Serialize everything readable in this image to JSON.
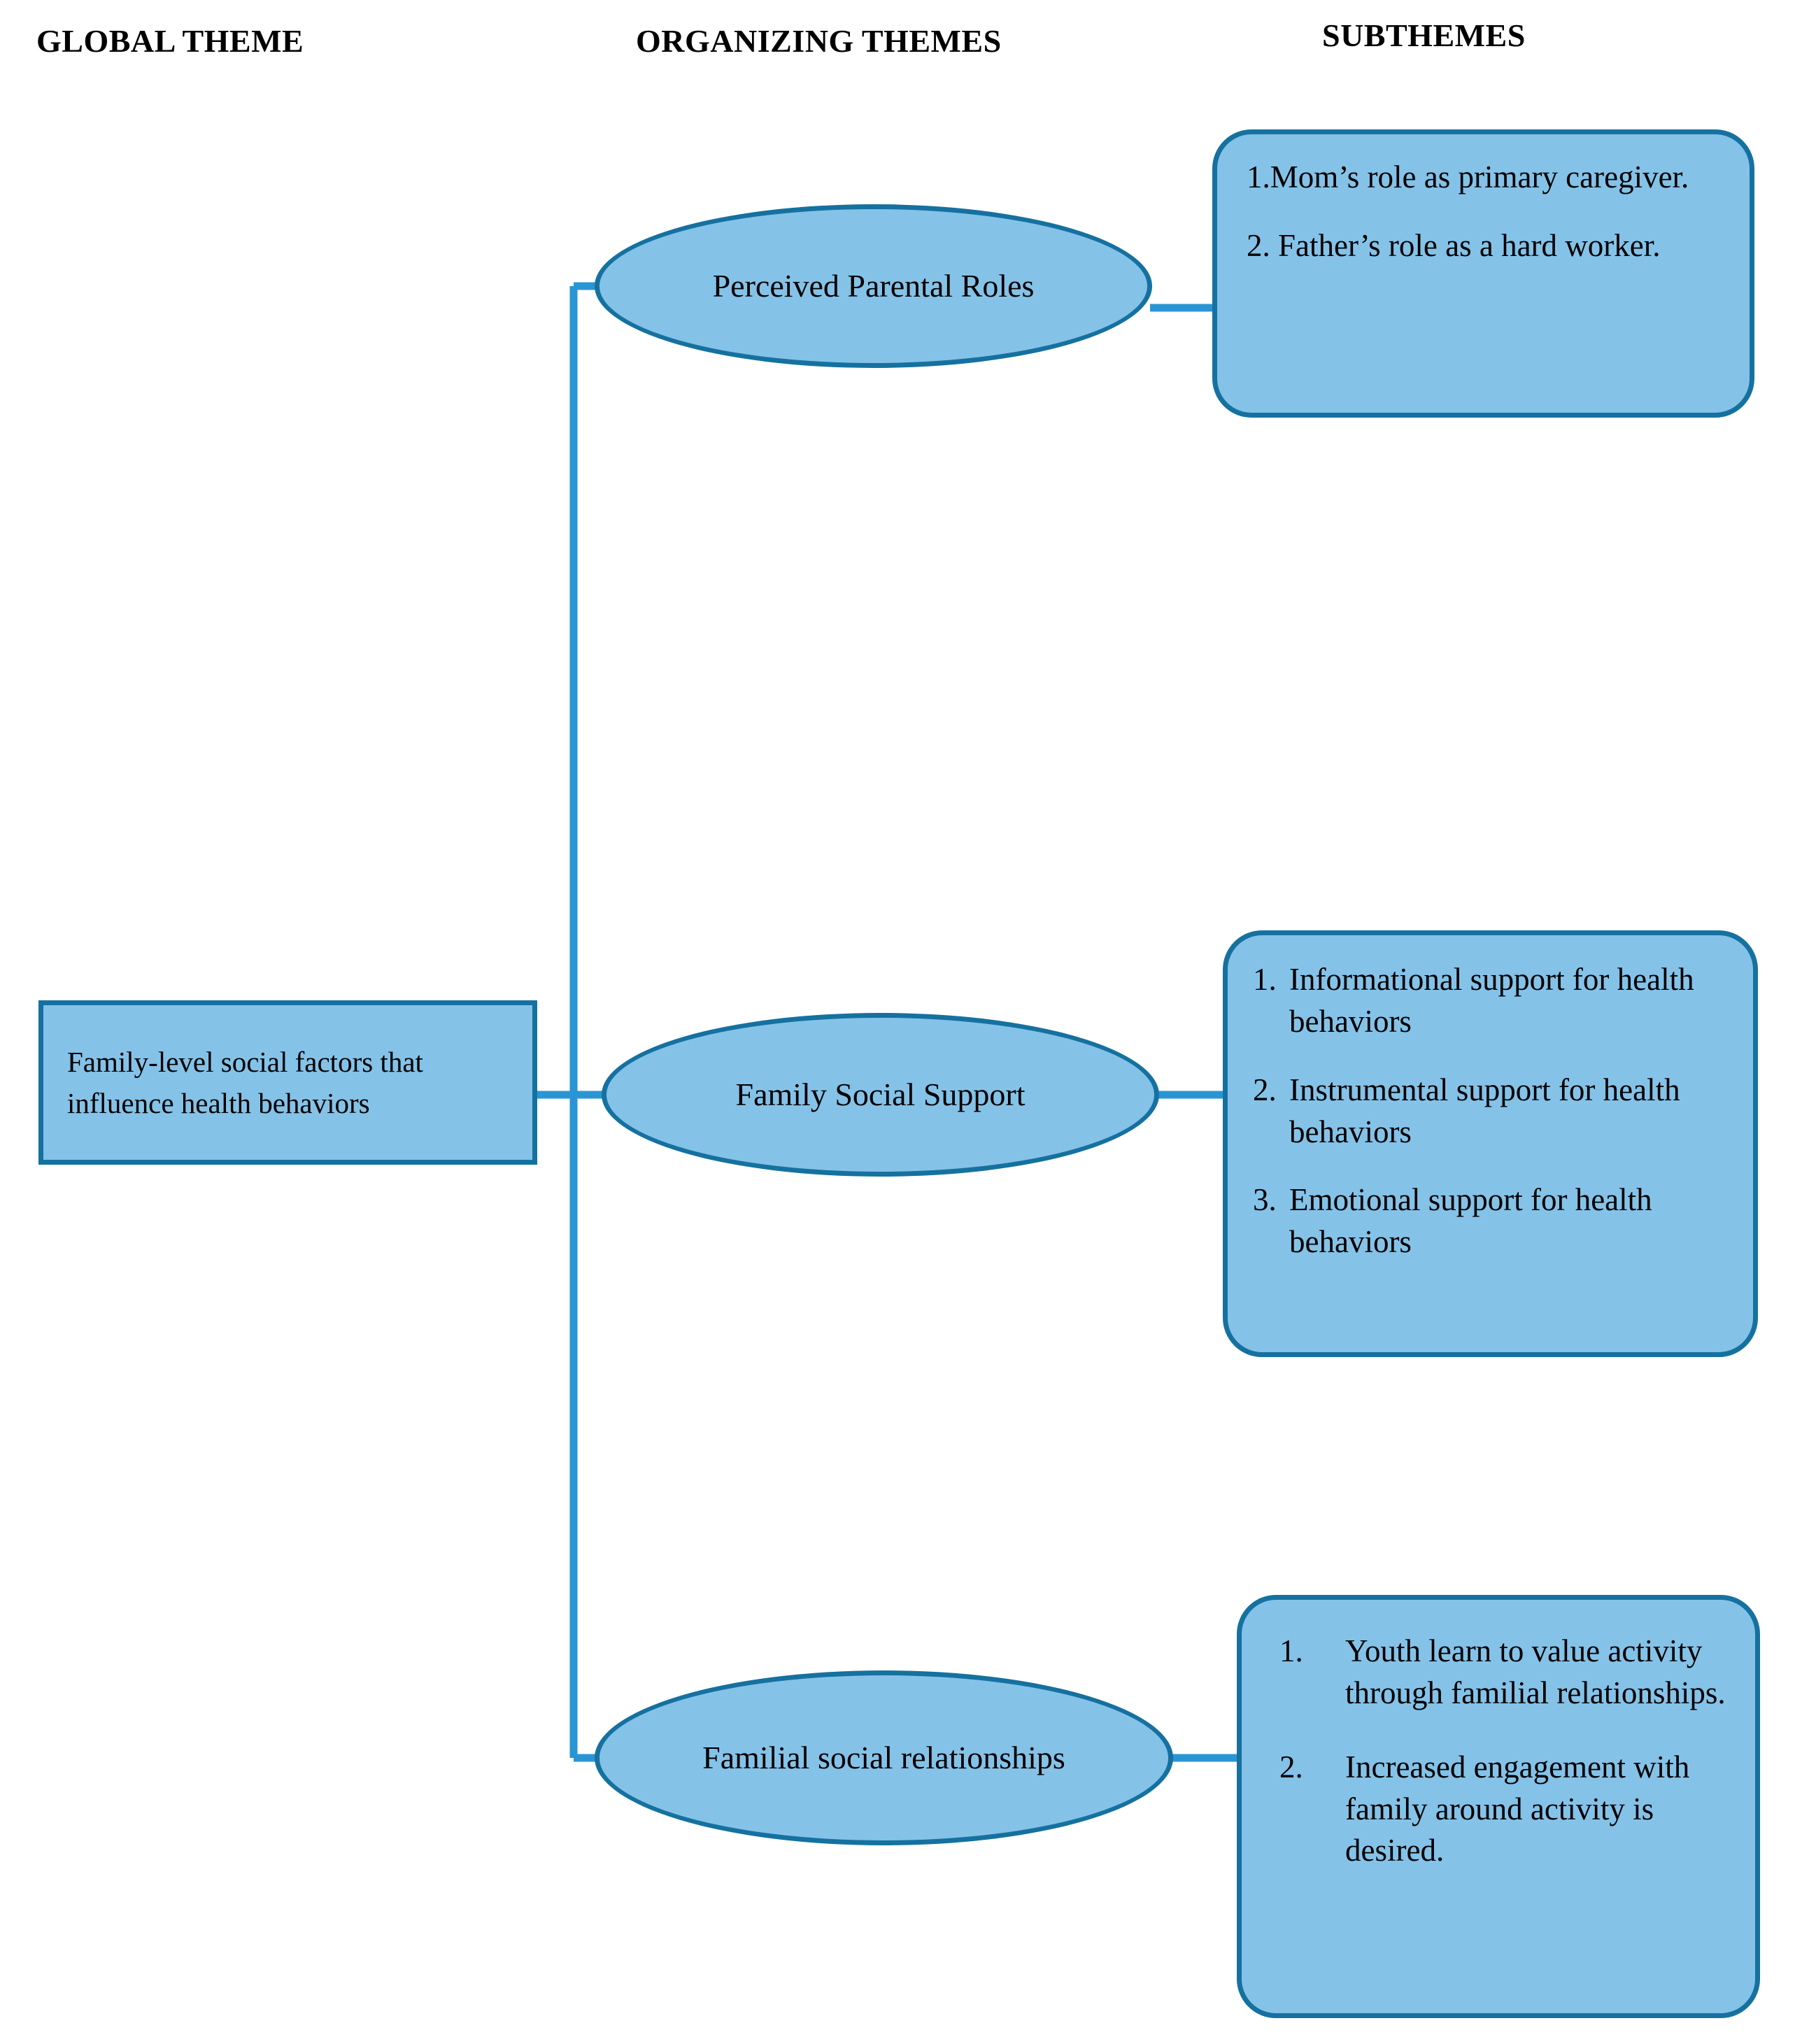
{
  "headers": {
    "global": "GLOBAL THEME",
    "organizing": "ORGANIZING THEMES",
    "subthemes": "SUBTHEMES"
  },
  "colors": {
    "node_fill": "#85C2E8",
    "node_border": "#15719F",
    "connector": "#2A95D5",
    "text": "#000000",
    "background": "#FFFFFF"
  },
  "global_theme": {
    "label": "Family-level social factors that influence health behaviors"
  },
  "organizing_themes": [
    {
      "label": "Perceived Parental Roles"
    },
    {
      "label": "Family Social Support"
    },
    {
      "label": "Familial social relationships"
    }
  ],
  "subthemes": {
    "parental_roles": [
      {
        "num": "1.",
        "text": "Mom’s role as primary caregiver."
      },
      {
        "num": "2. ",
        "text": "Father’s role as a hard worker."
      }
    ],
    "family_support": [
      {
        "num": "1.",
        "text": "Informational support for health behaviors"
      },
      {
        "num": "2.",
        "text": "Instrumental support for health behaviors"
      },
      {
        "num": "3.",
        "text": "Emotional support for health behaviors"
      }
    ],
    "familial_relationships": [
      {
        "num": "1.",
        "text": "Youth learn to value activity through familial relationships."
      },
      {
        "num": "2.",
        "text": "Increased engagement with family around activity is desired."
      }
    ]
  }
}
